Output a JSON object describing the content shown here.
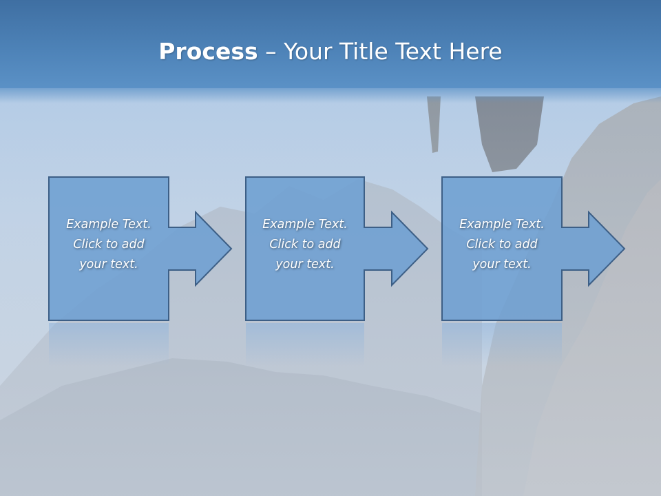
{
  "slide": {
    "title_bold": "Process",
    "title_rest": " – Your Title Text Here"
  },
  "steps": [
    {
      "text": "Example Text.\nClick  to add\nyour text."
    },
    {
      "text": "Example Text.\nClick  to add\nyour text."
    },
    {
      "text": "Example Text.\nClick  to add\nyour text."
    }
  ],
  "colors": {
    "title_bar": "#4d82b7",
    "shape_fill": "#6e9fd2",
    "shape_border": "#3d5f86",
    "text": "#ffffff"
  },
  "background": {
    "description_icon": "mountain-climber-photo"
  }
}
